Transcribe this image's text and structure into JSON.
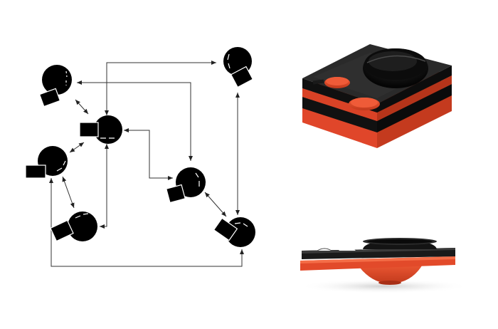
{
  "colors": {
    "background": "#ffffff",
    "ink": "#000000",
    "line": "#333333",
    "tray_dark": "#1c1c1c",
    "tray_red": "#e04628",
    "shadow": "#d8d8d8"
  },
  "diagram": {
    "nodes": [
      {
        "id": "node-1",
        "glyph": "round-bowl-with-square-plate"
      },
      {
        "id": "node-2",
        "glyph": "round-bowl-with-square-plate"
      },
      {
        "id": "node-3",
        "glyph": "round-bowl-with-square-plate"
      },
      {
        "id": "node-4",
        "glyph": "round-bowl-with-square-plate"
      },
      {
        "id": "node-5",
        "glyph": "round-bowl-with-square-plate"
      },
      {
        "id": "node-6",
        "glyph": "round-bowl-with-square-plate"
      },
      {
        "id": "node-7",
        "glyph": "round-bowl-with-square-plate"
      },
      {
        "id": "node-8",
        "glyph": "round-bowl-with-square-plate"
      }
    ],
    "connections": [
      {
        "from": "node-3",
        "to": "node-8",
        "style": "double-arrow"
      },
      {
        "from": "node-1",
        "to": "node-3",
        "style": "double-arrow"
      },
      {
        "from": "node-3",
        "to": "node-4",
        "style": "double-arrow"
      },
      {
        "from": "node-4",
        "to": "node-5",
        "style": "double-arrow"
      },
      {
        "from": "node-5",
        "to": "node-3",
        "style": "double-arrow"
      },
      {
        "from": "node-1",
        "to": "node-6",
        "style": "double-arrow"
      },
      {
        "from": "node-3",
        "to": "node-6",
        "style": "double-arrow"
      },
      {
        "from": "node-6",
        "to": "node-7",
        "style": "double-arrow"
      },
      {
        "from": "node-8",
        "to": "node-7",
        "style": "double-arrow"
      },
      {
        "from": "node-4",
        "to": "node-7",
        "style": "double-arrow"
      }
    ]
  },
  "photos": [
    {
      "id": "stacked-trays-top-view",
      "icon": "tray-stack-photo"
    },
    {
      "id": "stacked-trays-side-view",
      "icon": "tray-side-photo"
    }
  ]
}
